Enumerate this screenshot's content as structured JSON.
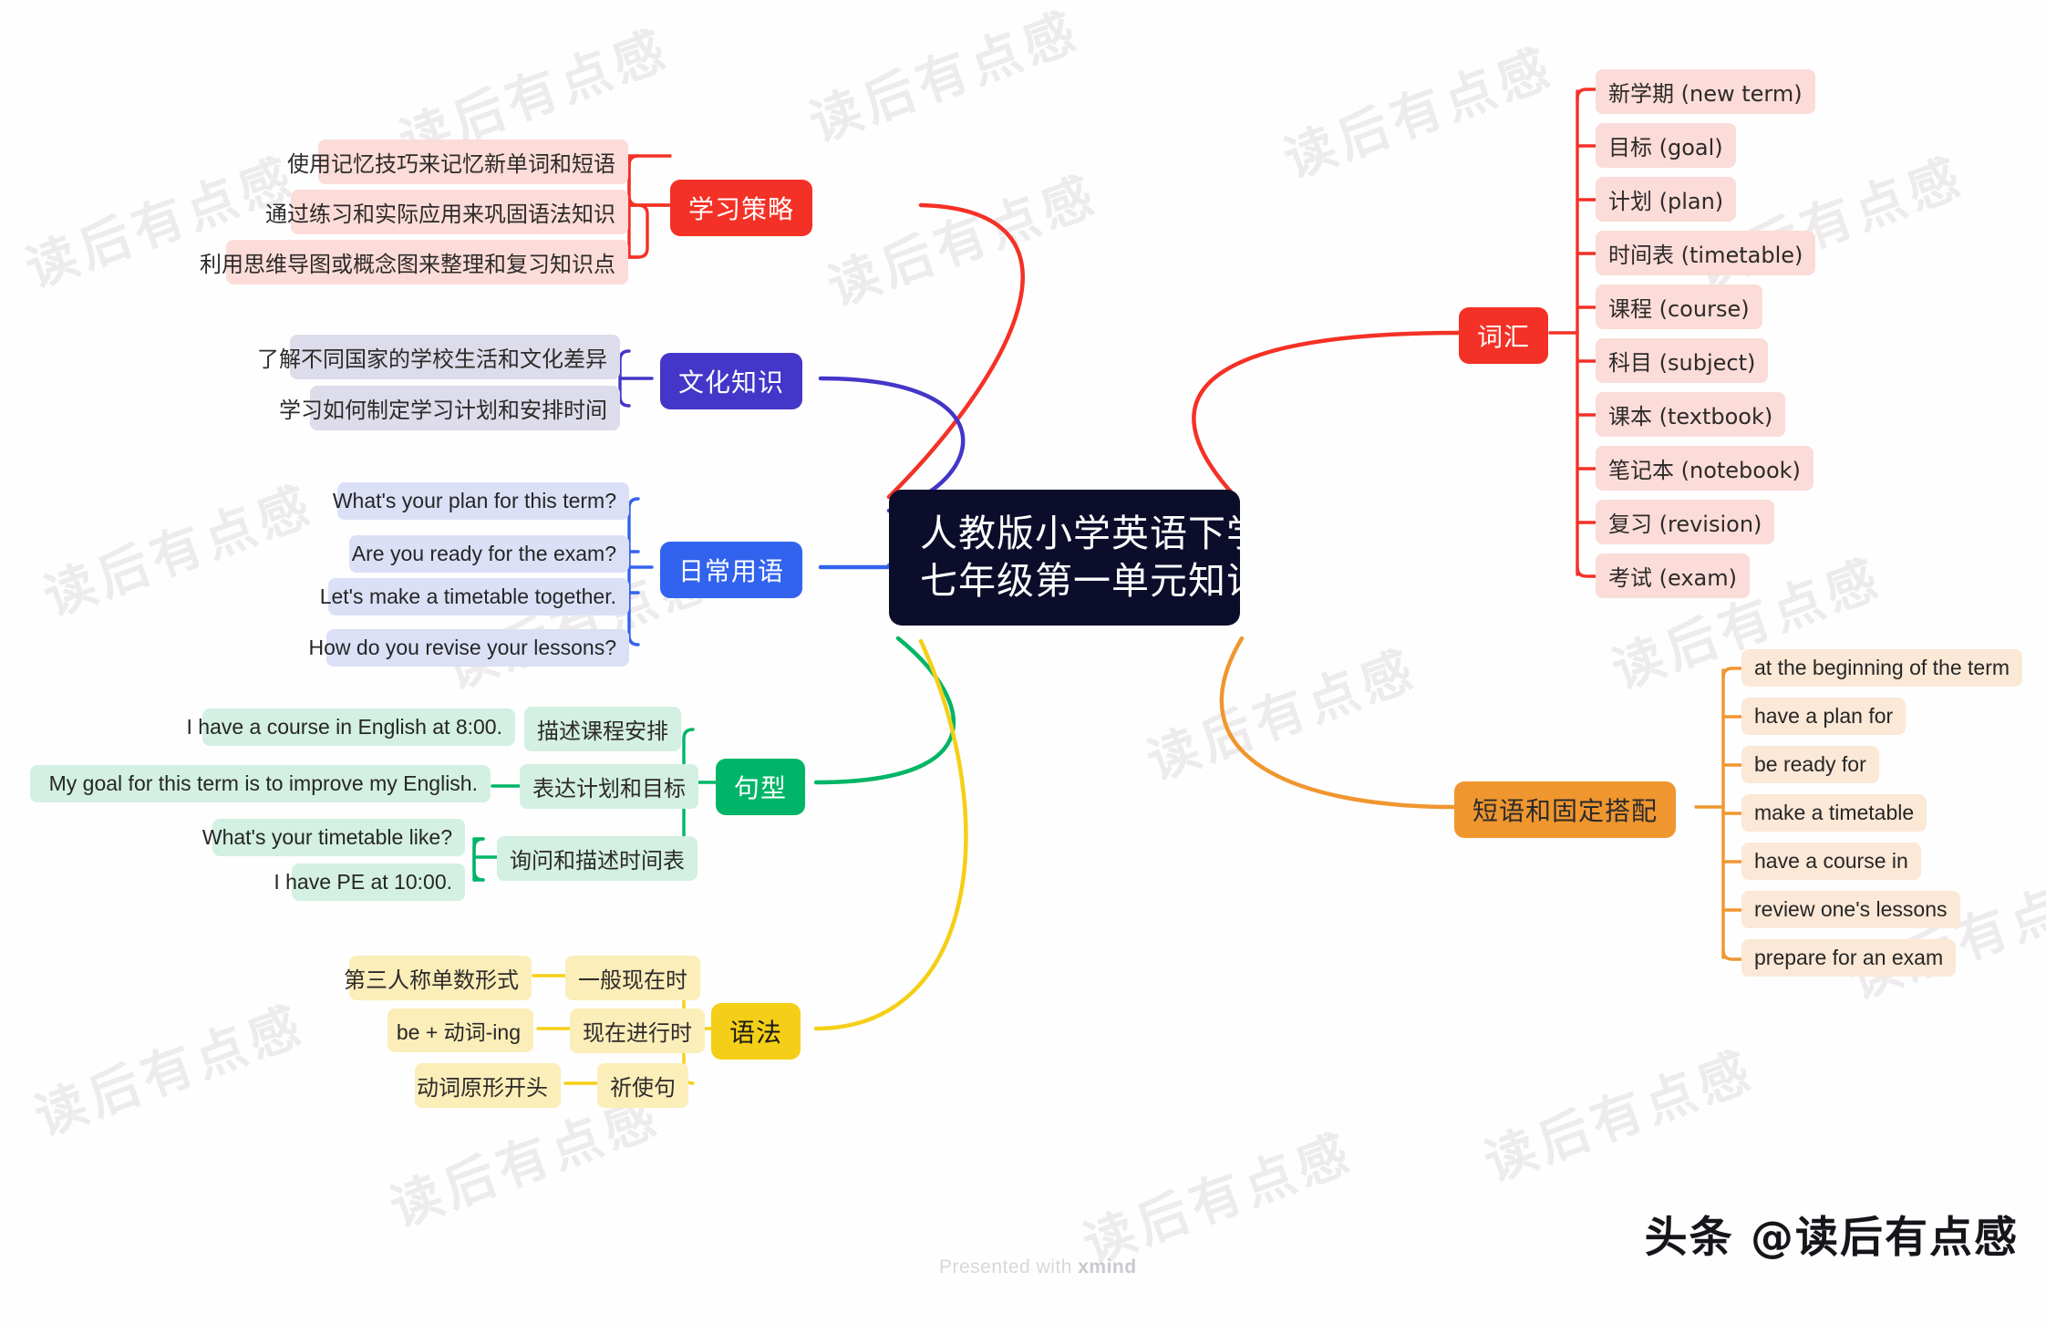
{
  "root": {
    "line1": "人教版小学英语下学期",
    "line2": "七年级第一单元知识点",
    "color": "#0c0d2b"
  },
  "watermark": {
    "text": "读后有点感"
  },
  "footer": {
    "credit_prefix": "Presented with ",
    "credit_brand": "xmind",
    "account": "头条 @读后有点感"
  },
  "branches": {
    "strategy": {
      "label": "学习策略",
      "color": "#f43126",
      "leaf_bg": "#fbdcd8",
      "items": [
        "使用记忆技巧来记忆新单词和短语",
        "通过练习和实际应用来巩固语法知识",
        "利用思维导图或概念图来整理和复习知识点"
      ]
    },
    "culture": {
      "label": "文化知识",
      "color": "#4436c8",
      "leaf_bg": "#dcdcea",
      "items": [
        "了解不同国家的学校生活和文化差异",
        "学习如何制定学习计划和安排时间"
      ]
    },
    "daily": {
      "label": "日常用语",
      "color": "#3263ee",
      "leaf_bg": "#dbe0f6",
      "items": [
        "What's your plan for this term?",
        "Are you ready for the exam?",
        "Let's make a timetable together.",
        "How do you revise your lessons?"
      ]
    },
    "sentence": {
      "label": "句型",
      "color": "#00b567",
      "leaf_bg": "#d3f0e2",
      "groups": [
        {
          "label": "描述课程安排",
          "items": [
            "I have a course in English at 8:00."
          ]
        },
        {
          "label": "表达计划和目标",
          "items": [
            "My goal for this term is to improve my English."
          ]
        },
        {
          "label": "询问和描述时间表",
          "items": [
            "What's your timetable like?",
            "I have PE at 10:00."
          ]
        }
      ]
    },
    "grammar": {
      "label": "语法",
      "color": "#f5cf17",
      "leaf_bg": "#fbeeb9",
      "groups": [
        {
          "label": "一般现在时",
          "items": [
            "第三人称单数形式"
          ]
        },
        {
          "label": "现在进行时",
          "items": [
            "be + 动词-ing"
          ]
        },
        {
          "label": "祈使句",
          "items": [
            "动词原形开头"
          ]
        }
      ]
    },
    "vocabulary": {
      "label": "词汇",
      "color": "#f43126",
      "leaf_bg": "#fbdcd8",
      "items": [
        "新学期 (new term)",
        "目标 (goal)",
        "计划 (plan)",
        "时间表 (timetable)",
        "课程 (course)",
        "科目 (subject)",
        "课本 (textbook)",
        "笔记本 (notebook)",
        "复习 (revision)",
        "考试 (exam)"
      ]
    },
    "phrases": {
      "label": "短语和固定搭配",
      "color": "#f0962f",
      "leaf_bg": "#fbe8d6",
      "items": [
        "at the beginning of the term",
        "have a plan for",
        "be ready for",
        "make a timetable",
        "have a course in",
        "review one's lessons",
        "prepare for an exam"
      ]
    }
  }
}
